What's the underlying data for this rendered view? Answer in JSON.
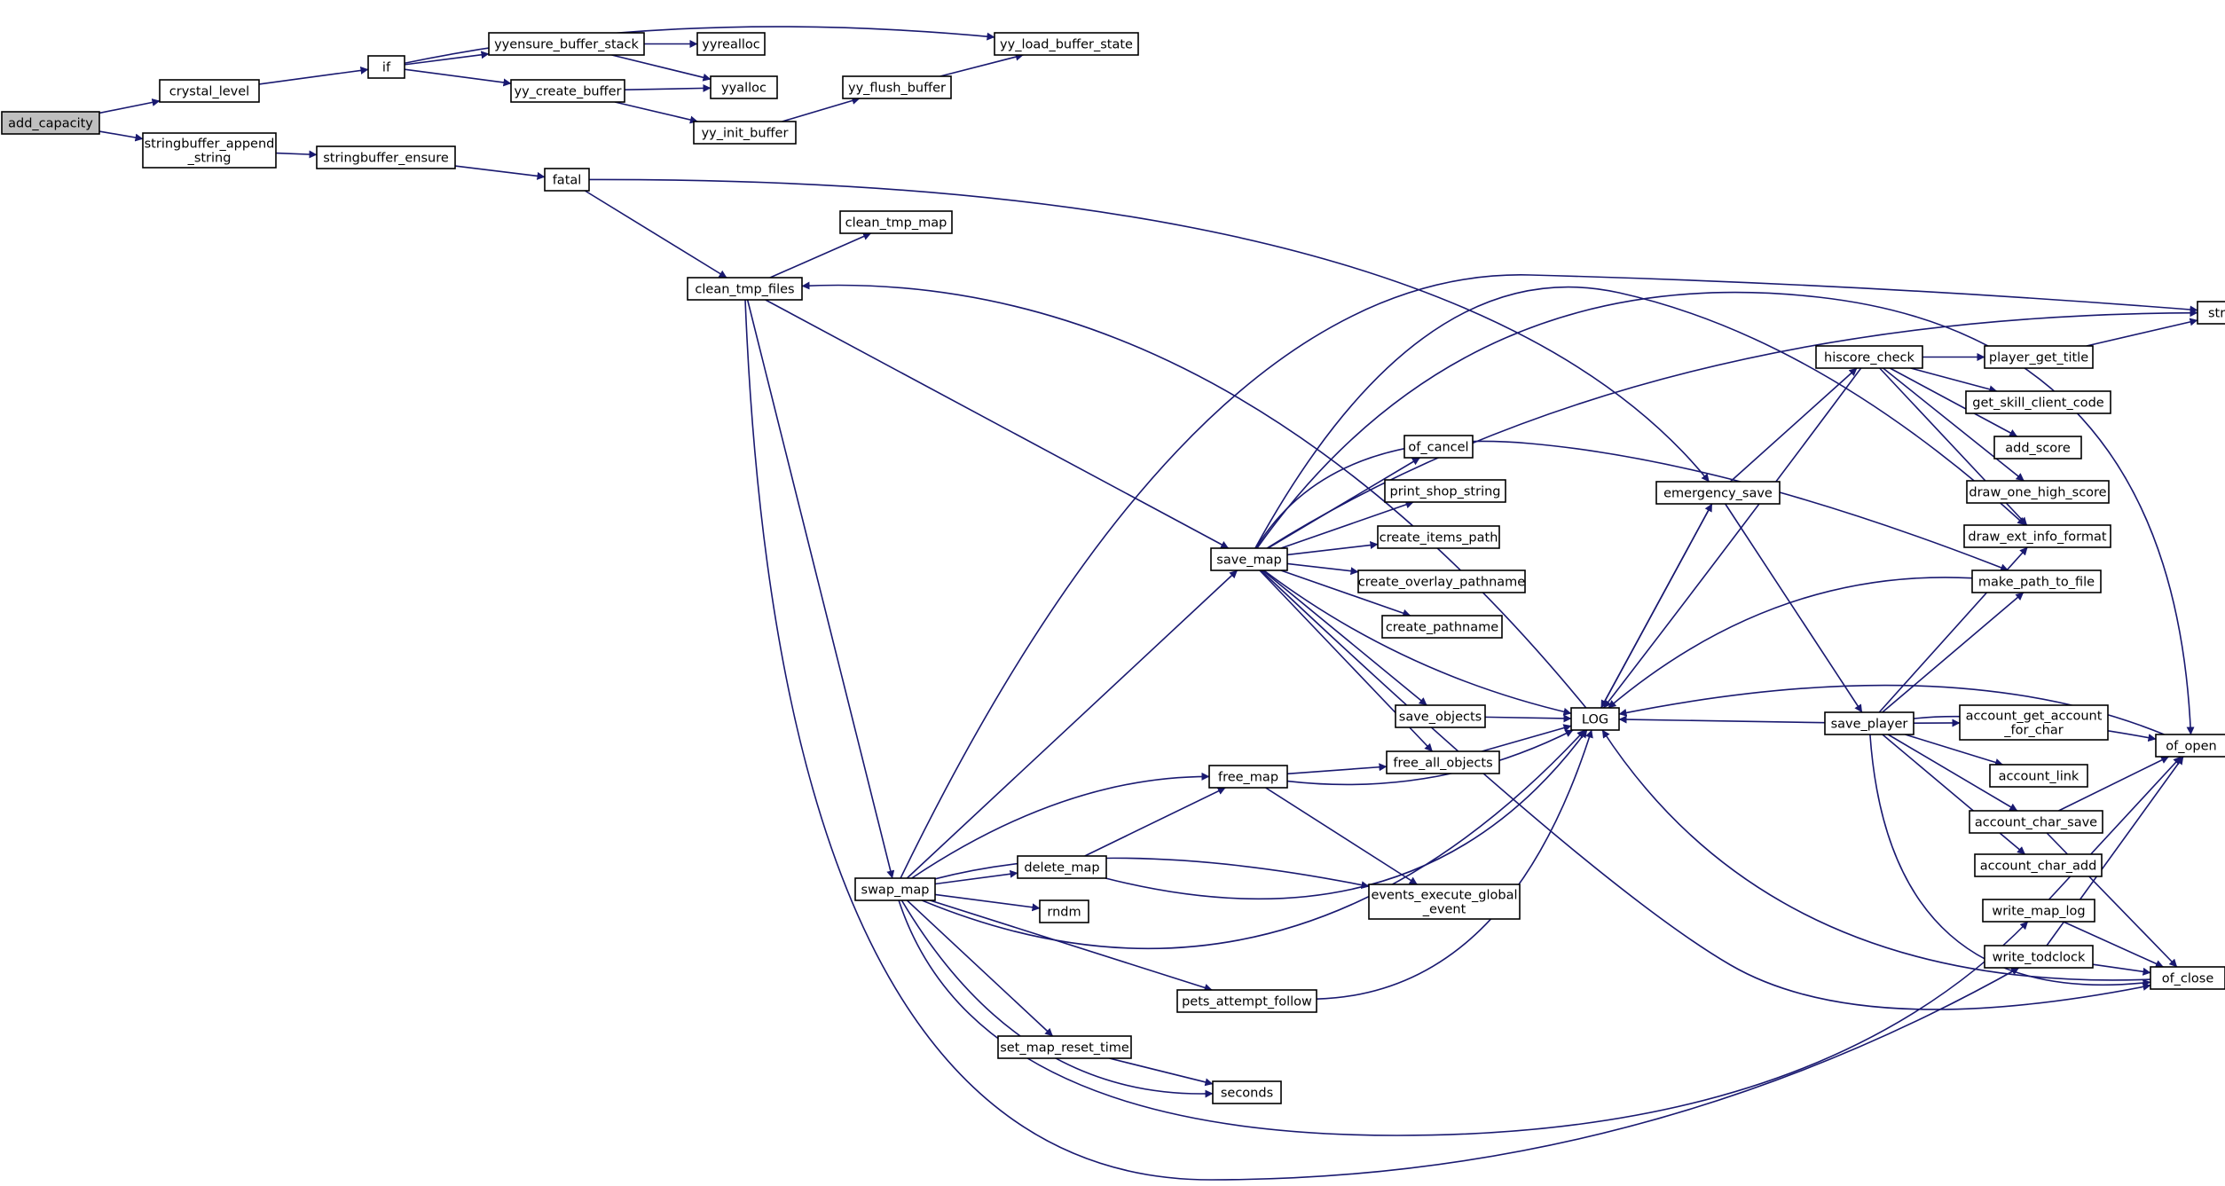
{
  "diagram": {
    "type": "call-graph",
    "colors": {
      "edge": "#191970",
      "node_fill": "#ffffff",
      "node_border": "#000000",
      "node_border_truncated": "#ff0000",
      "root_fill": "#bfbfbf"
    },
    "nodes": [
      {
        "id": "add_capacity",
        "lines": [
          "add_capacity"
        ],
        "root": true
      },
      {
        "id": "crystal_level",
        "lines": [
          "crystal_level"
        ]
      },
      {
        "id": "stringbuffer_append_string",
        "lines": [
          "stringbuffer_append",
          "_string"
        ]
      },
      {
        "id": "if",
        "lines": [
          "if"
        ]
      },
      {
        "id": "stringbuffer_ensure",
        "lines": [
          "stringbuffer_ensure"
        ]
      },
      {
        "id": "yyensure_buffer_stack",
        "lines": [
          "yyensure_buffer_stack"
        ]
      },
      {
        "id": "yy_create_buffer",
        "lines": [
          "yy_create_buffer"
        ]
      },
      {
        "id": "yyrealloc",
        "lines": [
          "yyrealloc"
        ]
      },
      {
        "id": "yyalloc",
        "lines": [
          "yyalloc"
        ]
      },
      {
        "id": "yy_init_buffer",
        "lines": [
          "yy_init_buffer"
        ]
      },
      {
        "id": "yy_flush_buffer",
        "lines": [
          "yy_flush_buffer"
        ]
      },
      {
        "id": "yy_load_buffer_state",
        "lines": [
          "yy_load_buffer_state"
        ]
      },
      {
        "id": "fatal",
        "lines": [
          "fatal"
        ]
      },
      {
        "id": "clean_tmp_map",
        "lines": [
          "clean_tmp_map"
        ]
      },
      {
        "id": "clean_tmp_files",
        "lines": [
          "clean_tmp_files"
        ]
      },
      {
        "id": "swap_map",
        "lines": [
          "swap_map"
        ]
      },
      {
        "id": "save_map",
        "lines": [
          "save_map"
        ]
      },
      {
        "id": "of_cancel",
        "lines": [
          "of_cancel"
        ]
      },
      {
        "id": "print_shop_string",
        "lines": [
          "print_shop_string"
        ]
      },
      {
        "id": "create_items_path",
        "lines": [
          "create_items_path"
        ]
      },
      {
        "id": "create_overlay_pathname",
        "lines": [
          "create_overlay_pathname"
        ]
      },
      {
        "id": "create_pathname",
        "lines": [
          "create_pathname"
        ]
      },
      {
        "id": "save_objects",
        "lines": [
          "save_objects"
        ],
        "truncated": true
      },
      {
        "id": "free_all_objects",
        "lines": [
          "free_all_objects"
        ],
        "truncated": true
      },
      {
        "id": "free_map",
        "lines": [
          "free_map"
        ],
        "truncated": true
      },
      {
        "id": "delete_map",
        "lines": [
          "delete_map"
        ]
      },
      {
        "id": "rndm",
        "lines": [
          "rndm"
        ]
      },
      {
        "id": "events_execute_global_event",
        "lines": [
          "events_execute_global",
          "_event"
        ]
      },
      {
        "id": "pets_attempt_follow",
        "lines": [
          "pets_attempt_follow"
        ],
        "truncated": true
      },
      {
        "id": "set_map_reset_time",
        "lines": [
          "set_map_reset_time"
        ]
      },
      {
        "id": "seconds",
        "lines": [
          "seconds"
        ]
      },
      {
        "id": "LOG",
        "lines": [
          "LOG"
        ]
      },
      {
        "id": "emergency_save",
        "lines": [
          "emergency_save"
        ]
      },
      {
        "id": "hiscore_check",
        "lines": [
          "hiscore_check"
        ]
      },
      {
        "id": "save_player",
        "lines": [
          "save_player"
        ],
        "truncated": true
      },
      {
        "id": "strlcpy",
        "lines": [
          "strlcpy"
        ]
      },
      {
        "id": "player_get_title",
        "lines": [
          "player_get_title"
        ]
      },
      {
        "id": "get_skill_client_code",
        "lines": [
          "get_skill_client_code"
        ]
      },
      {
        "id": "add_score",
        "lines": [
          "add_score"
        ],
        "truncated": true
      },
      {
        "id": "draw_one_high_score",
        "lines": [
          "draw_one_high_score"
        ]
      },
      {
        "id": "draw_ext_info_format",
        "lines": [
          "draw_ext_info_format"
        ]
      },
      {
        "id": "make_path_to_file",
        "lines": [
          "make_path_to_file"
        ]
      },
      {
        "id": "account_get_account_for_char",
        "lines": [
          "account_get_account",
          "_for_char"
        ]
      },
      {
        "id": "account_link",
        "lines": [
          "account_link"
        ],
        "truncated": true
      },
      {
        "id": "account_char_save",
        "lines": [
          "account_char_save"
        ]
      },
      {
        "id": "account_char_add",
        "lines": [
          "account_char_add"
        ],
        "truncated": true
      },
      {
        "id": "write_map_log",
        "lines": [
          "write_map_log"
        ]
      },
      {
        "id": "write_todclock",
        "lines": [
          "write_todclock"
        ]
      },
      {
        "id": "of_open",
        "lines": [
          "of_open"
        ]
      },
      {
        "id": "of_close",
        "lines": [
          "of_close"
        ]
      }
    ],
    "edges": [
      [
        "add_capacity",
        "crystal_level"
      ],
      [
        "add_capacity",
        "stringbuffer_append_string"
      ],
      [
        "crystal_level",
        "if"
      ],
      [
        "stringbuffer_append_string",
        "stringbuffer_ensure"
      ],
      [
        "if",
        "yyensure_buffer_stack"
      ],
      [
        "if",
        "yy_create_buffer"
      ],
      [
        "if",
        "yy_load_buffer_state"
      ],
      [
        "yyensure_buffer_stack",
        "yyrealloc"
      ],
      [
        "yyensure_buffer_stack",
        "yyalloc"
      ],
      [
        "yy_create_buffer",
        "yyalloc"
      ],
      [
        "yy_create_buffer",
        "yy_init_buffer"
      ],
      [
        "yy_init_buffer",
        "yy_flush_buffer"
      ],
      [
        "yy_flush_buffer",
        "yy_load_buffer_state"
      ],
      [
        "stringbuffer_ensure",
        "fatal"
      ],
      [
        "fatal",
        "clean_tmp_files"
      ],
      [
        "fatal",
        "emergency_save"
      ],
      [
        "clean_tmp_files",
        "clean_tmp_map"
      ],
      [
        "clean_tmp_files",
        "save_map"
      ],
      [
        "clean_tmp_files",
        "swap_map"
      ],
      [
        "clean_tmp_files",
        "write_todclock"
      ],
      [
        "swap_map",
        "save_map"
      ],
      [
        "swap_map",
        "free_map"
      ],
      [
        "swap_map",
        "delete_map"
      ],
      [
        "swap_map",
        "rndm"
      ],
      [
        "swap_map",
        "events_execute_global_event"
      ],
      [
        "swap_map",
        "pets_attempt_follow"
      ],
      [
        "swap_map",
        "set_map_reset_time"
      ],
      [
        "swap_map",
        "seconds"
      ],
      [
        "swap_map",
        "LOG"
      ],
      [
        "swap_map",
        "write_map_log"
      ],
      [
        "swap_map",
        "strlcpy"
      ],
      [
        "save_map",
        "of_cancel"
      ],
      [
        "save_map",
        "print_shop_string"
      ],
      [
        "save_map",
        "create_items_path"
      ],
      [
        "save_map",
        "create_overlay_pathname"
      ],
      [
        "save_map",
        "create_pathname"
      ],
      [
        "save_map",
        "save_objects"
      ],
      [
        "save_map",
        "free_all_objects"
      ],
      [
        "save_map",
        "LOG"
      ],
      [
        "save_map",
        "make_path_to_file"
      ],
      [
        "save_map",
        "strlcpy"
      ],
      [
        "save_map",
        "draw_ext_info_format"
      ],
      [
        "save_map",
        "of_open"
      ],
      [
        "save_map",
        "of_close"
      ],
      [
        "save_objects",
        "LOG"
      ],
      [
        "free_all_objects",
        "LOG"
      ],
      [
        "free_map",
        "free_all_objects"
      ],
      [
        "free_map",
        "events_execute_global_event"
      ],
      [
        "free_map",
        "LOG"
      ],
      [
        "delete_map",
        "free_map"
      ],
      [
        "delete_map",
        "LOG"
      ],
      [
        "pets_attempt_follow",
        "LOG"
      ],
      [
        "set_map_reset_time",
        "seconds"
      ],
      [
        "LOG",
        "clean_tmp_files"
      ],
      [
        "LOG",
        "emergency_save"
      ],
      [
        "emergency_save",
        "LOG"
      ],
      [
        "emergency_save",
        "hiscore_check"
      ],
      [
        "emergency_save",
        "save_player"
      ],
      [
        "hiscore_check",
        "LOG"
      ],
      [
        "hiscore_check",
        "player_get_title"
      ],
      [
        "hiscore_check",
        "get_skill_client_code"
      ],
      [
        "hiscore_check",
        "add_score"
      ],
      [
        "hiscore_check",
        "draw_one_high_score"
      ],
      [
        "hiscore_check",
        "draw_ext_info_format"
      ],
      [
        "player_get_title",
        "strlcpy"
      ],
      [
        "save_player",
        "LOG"
      ],
      [
        "save_player",
        "draw_ext_info_format"
      ],
      [
        "save_player",
        "make_path_to_file"
      ],
      [
        "save_player",
        "account_get_account_for_char"
      ],
      [
        "save_player",
        "account_link"
      ],
      [
        "save_player",
        "account_char_save"
      ],
      [
        "save_player",
        "account_char_add"
      ],
      [
        "save_player",
        "of_open"
      ],
      [
        "save_player",
        "of_close"
      ],
      [
        "make_path_to_file",
        "LOG"
      ],
      [
        "account_char_save",
        "of_open"
      ],
      [
        "account_char_save",
        "of_close"
      ],
      [
        "write_map_log",
        "of_open"
      ],
      [
        "write_map_log",
        "of_close"
      ],
      [
        "write_todclock",
        "of_open"
      ],
      [
        "write_todclock",
        "of_close"
      ],
      [
        "of_open",
        "LOG"
      ],
      [
        "of_close",
        "LOG"
      ]
    ]
  }
}
